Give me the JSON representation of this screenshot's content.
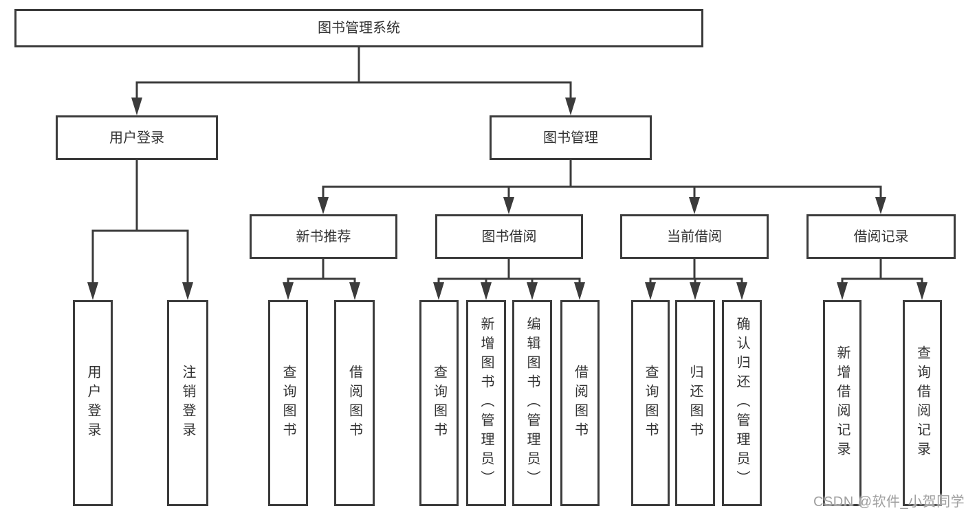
{
  "diagram": {
    "tree": {
      "label": "图书管理系统",
      "children": [
        {
          "label": "用户登录",
          "children": [
            {
              "label": "用户登录"
            },
            {
              "label": "注销登录"
            }
          ]
        },
        {
          "label": "图书管理",
          "children": [
            {
              "label": "新书推荐",
              "children": [
                {
                  "label": "查询图书"
                },
                {
                  "label": "借阅图书"
                }
              ]
            },
            {
              "label": "图书借阅",
              "children": [
                {
                  "label": "查询图书"
                },
                {
                  "label": "新增图书（管理员）"
                },
                {
                  "label": "编辑图书（管理员）"
                },
                {
                  "label": "借阅图书"
                }
              ]
            },
            {
              "label": "当前借阅",
              "children": [
                {
                  "label": "查询图书"
                },
                {
                  "label": "归还图书"
                },
                {
                  "label": "确认归还（管理员）"
                }
              ]
            },
            {
              "label": "借阅记录",
              "children": [
                {
                  "label": "新增借阅记录"
                },
                {
                  "label": "查询借阅记录"
                }
              ]
            }
          ]
        }
      ]
    },
    "watermark": {
      "text": "CSDN @软件_小贺同学"
    },
    "colors": {
      "line": "#3b3b3b",
      "box_border": "#3b3b3b",
      "box_fill": "#ffffff",
      "text": "#333333",
      "watermark": "#a0a0a0",
      "background": "#ffffff"
    }
  }
}
